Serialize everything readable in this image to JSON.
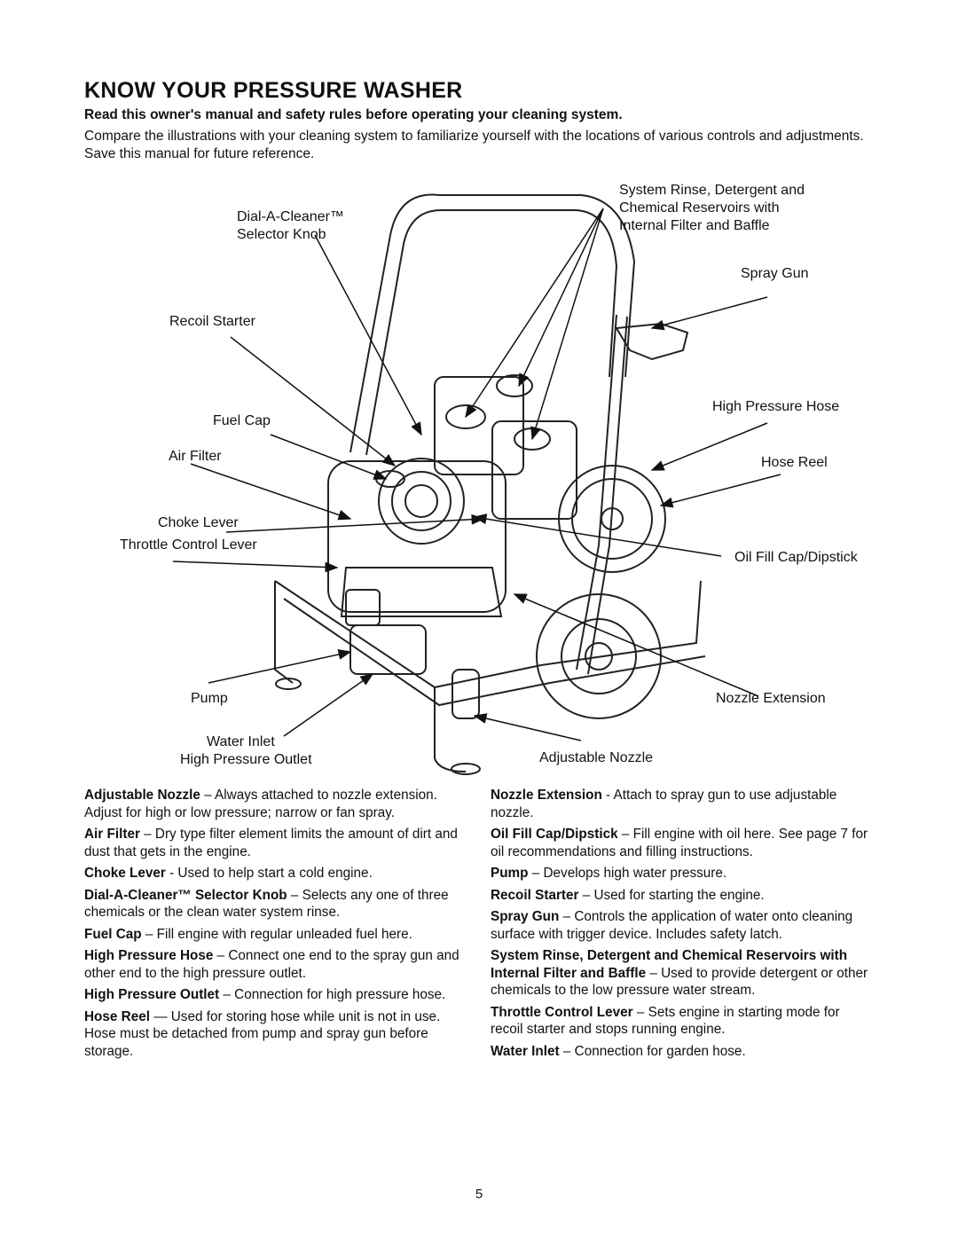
{
  "header": {
    "title": "KNOW YOUR PRESSURE WASHER",
    "bold_intro": "Read this owner's manual and safety rules before operating your cleaning system.",
    "intro": "Compare the illustrations with your cleaning system to familiarize yourself with the locations of various controls and adjustments. Save this manual for future reference."
  },
  "diagram": {
    "labels": {
      "dial_a_cleaner": "Dial-A-Cleaner™\nSelector Knob",
      "recoil_starter": "Recoil Starter",
      "fuel_cap": "Fuel Cap",
      "air_filter": "Air Filter",
      "choke_lever": "Choke Lever",
      "throttle_control_lever": "Throttle Control Lever",
      "pump": "Pump",
      "water_inlet": "Water Inlet",
      "high_pressure_outlet": "High Pressure Outlet",
      "system_rinse": "System Rinse, Detergent and\nChemical Reservoirs with\nInternal Filter and Baffle",
      "spray_gun": "Spray Gun",
      "high_pressure_hose": "High Pressure Hose",
      "hose_reel": "Hose Reel",
      "oil_fill": "Oil Fill Cap/Dipstick",
      "nozzle_extension": "Nozzle Extension",
      "adjustable_nozzle": "Adjustable Nozzle"
    }
  },
  "descriptions": {
    "left": [
      {
        "term": "Adjustable Nozzle",
        "text": " – Always attached to nozzle extension. Adjust for high or low pressure; narrow or fan spray."
      },
      {
        "term": "Air Filter",
        "text": " – Dry type filter element limits the amount of dirt and dust that gets in the engine."
      },
      {
        "term": "Choke Lever",
        "text": " - Used to help start a cold engine."
      },
      {
        "term": "Dial-A-Cleaner™ Selector Knob",
        "text": " – Selects any one of three chemicals or the clean water system rinse."
      },
      {
        "term": "Fuel Cap",
        "text": " – Fill engine with regular unleaded fuel here."
      },
      {
        "term": "High Pressure Hose",
        "text": " – Connect one end to the spray gun and other end to the high pressure outlet."
      },
      {
        "term": "High Pressure Outlet",
        "text": " – Connection for high pressure hose."
      },
      {
        "term": "Hose Reel",
        "text": " — Used for storing hose while unit is not in use. Hose must be detached from pump and spray gun before storage."
      }
    ],
    "right": [
      {
        "term": "Nozzle Extension",
        "text": " - Attach to spray gun to use adjustable nozzle."
      },
      {
        "term": "Oil Fill Cap/Dipstick",
        "text": " – Fill engine with oil here. See page 7 for oil recommendations and filling instructions."
      },
      {
        "term": "Pump",
        "text": " – Develops high water pressure."
      },
      {
        "term": "Recoil Starter",
        "text": " – Used for starting the engine."
      },
      {
        "term": "Spray Gun",
        "text": " – Controls the application of water onto cleaning surface with trigger device. Includes safety latch."
      },
      {
        "term": "System Rinse, Detergent and Chemical Reservoirs with Internal Filter and Baffle",
        "text": " – Used to provide detergent or other chemicals to the low pressure water stream."
      },
      {
        "term": "Throttle Control Lever",
        "text": " – Sets engine in starting mode for recoil starter and stops running engine."
      },
      {
        "term": "Water Inlet",
        "text": " – Connection for garden hose."
      }
    ]
  },
  "footer": {
    "page_number": "5"
  }
}
